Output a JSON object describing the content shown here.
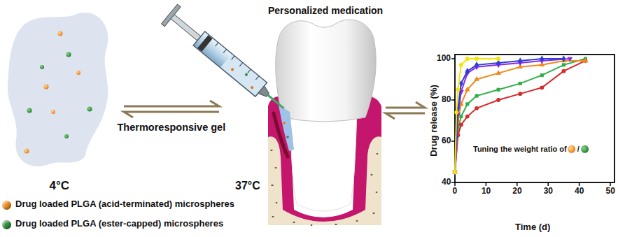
{
  "diagram": {
    "nodes": [
      {
        "text": [
          "4°C"
        ]
      },
      {
        "text": [
          "Personalized medication",
          "37°C"
        ]
      },
      {
        "text": [
          "Tuning the weight ratio of"
        ]
      }
    ],
    "edges": [
      {
        "from": 0,
        "to": 1,
        "label": "Thermoresponsive gel",
        "arrow": "both"
      },
      {
        "from": 1,
        "to": 2,
        "arrow": "both"
      }
    ],
    "labels": [
      "Drug release (%)",
      "Time (d)",
      "100",
      "80",
      "60",
      "40",
      "0",
      "10",
      "20",
      "30",
      "40",
      "50",
      "/"
    ],
    "legend": [
      {
        "text": "Drug loaded PLGA (acid-terminated) microspheres",
        "color": "#f08a1c"
      },
      {
        "text": "Drug loaded PLGA (ester-capped) microspheres",
        "color": "#2f8f3a"
      }
    ]
  }
}
